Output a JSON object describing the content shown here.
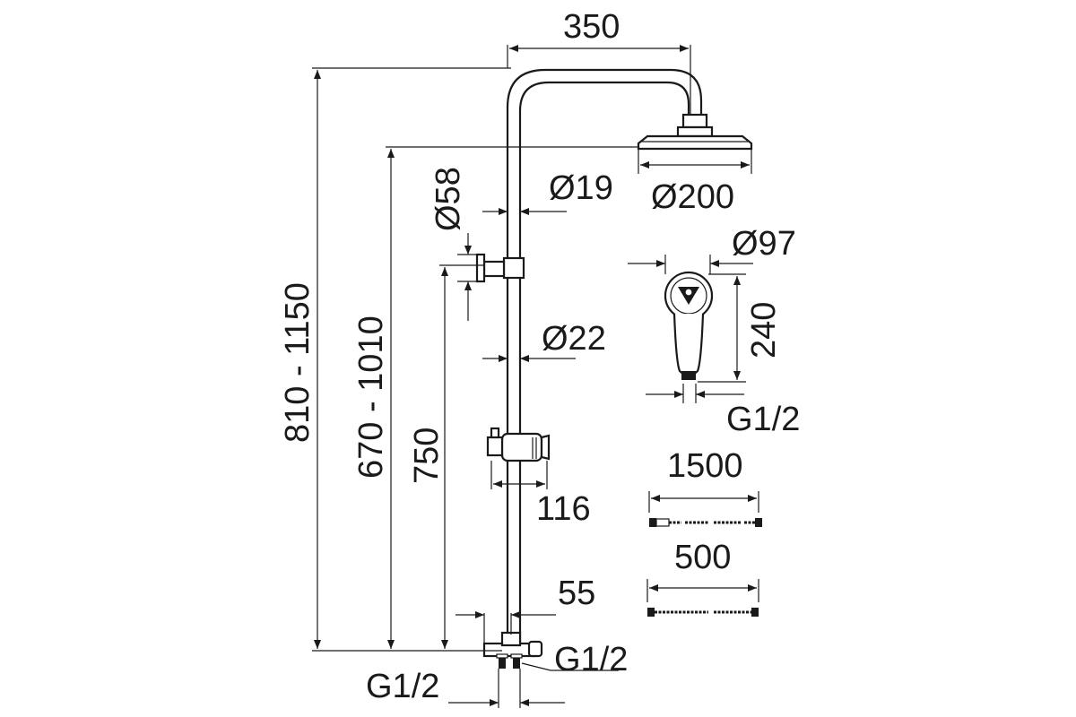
{
  "dimensions": {
    "head_arm_length": "350",
    "head_diameter": "Ø200",
    "pipe_upper_diameter": "Ø19",
    "holder_diameter": "Ø58",
    "pipe_lower_diameter": "Ø22",
    "total_height": "810 - 1150",
    "head_height": "670 - 1010",
    "holder_height": "750",
    "slider_width": "116",
    "mixer_width": "55",
    "outlet_thread_right": "G1/2",
    "inlet_thread_bottom": "G1/2",
    "hand_shower_diameter": "Ø97",
    "hand_shower_length": "240",
    "hand_shower_thread": "G1/2",
    "hose_long": "1500",
    "hose_short": "500"
  },
  "colors": {
    "line": "#1a1a1a",
    "background": "#ffffff"
  }
}
